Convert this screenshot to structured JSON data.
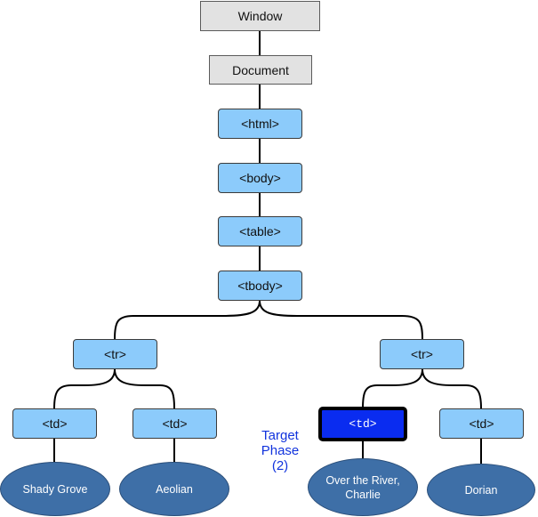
{
  "diagram": {
    "nodes": {
      "window": "Window",
      "document": "Document",
      "html": "<html>",
      "body": "<body>",
      "table": "<table>",
      "tbody": "<tbody>",
      "tr_left": "<tr>",
      "tr_right": "<tr>",
      "td_1": "<td>",
      "td_2": "<td>",
      "td_target": "<td>",
      "td_4": "<td>"
    },
    "leaves": {
      "leaf_1": "Shady Grove",
      "leaf_2": "Aeolian",
      "leaf_3": "Over the River,\nCharlie",
      "leaf_4": "Dorian"
    },
    "phase_label": "Target\nPhase\n(2)",
    "colors": {
      "document_box": "#e2e2e2",
      "element_box": "#8ccbfb",
      "target_box": "#0a2cf0",
      "leaf_ellipse": "#3e6fa7",
      "phase_text": "#1133dd"
    }
  }
}
